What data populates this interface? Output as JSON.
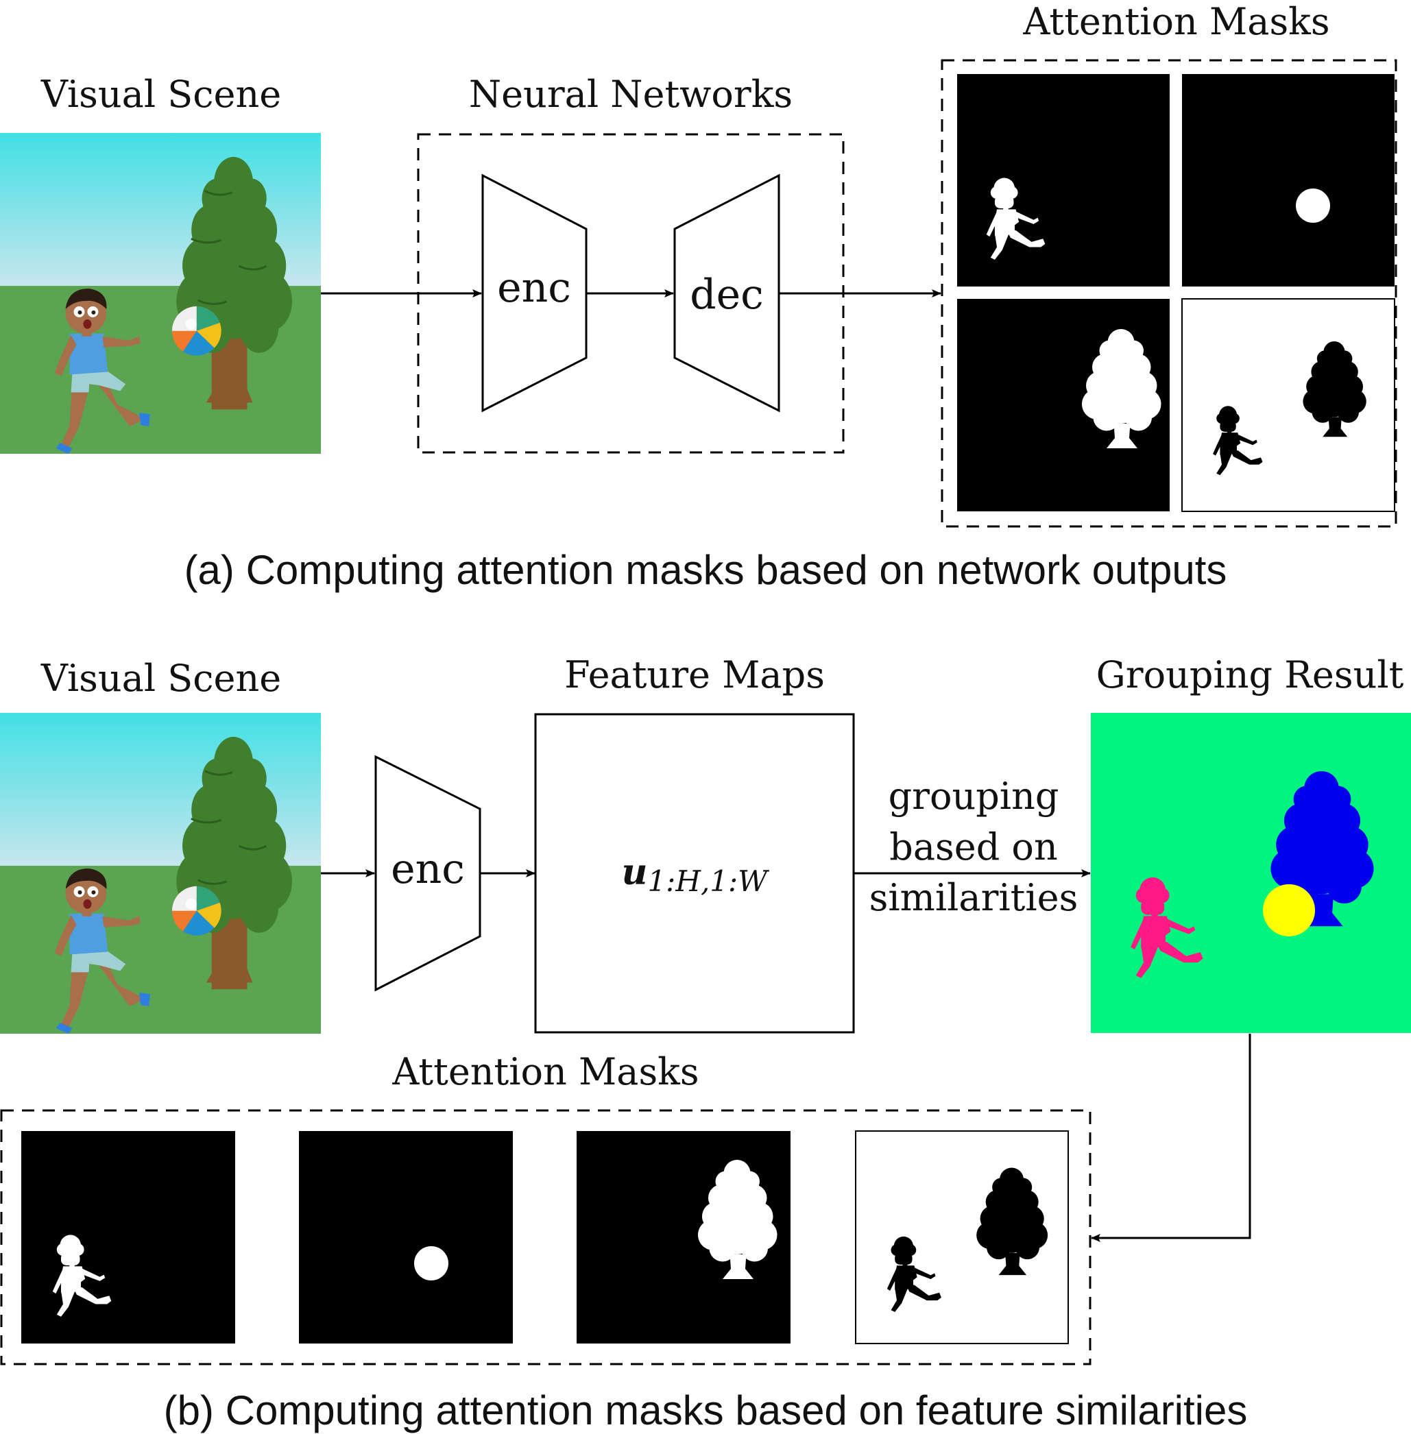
{
  "panel_a": {
    "visual_scene_label": "Visual Scene",
    "neural_networks_label": "Neural Networks",
    "encoder_label": "enc",
    "decoder_label": "dec",
    "attention_masks_label": "Attention Masks",
    "caption": "(a) Computing attention masks based on network outputs"
  },
  "panel_b": {
    "visual_scene_label": "Visual Scene",
    "encoder_label": "enc",
    "feature_maps_label": "Feature Maps",
    "feature_symbol_main": "u",
    "feature_symbol_sub": "1:H,1:W",
    "grouping_line1": "grouping",
    "grouping_line2": "based on",
    "grouping_line3": "similarities",
    "grouping_result_label": "Grouping Result",
    "attention_masks_label": "Attention Masks",
    "caption": "(b) Computing attention masks based on feature similarities"
  },
  "colors": {
    "sky": "#41e0e4",
    "grass": "#5aa452",
    "tree_green": "#3f7f2e",
    "trunk": "#8a5a2b",
    "shirt": "#4f9fe0",
    "skin": "#a8704a",
    "group_background": "#00f57e",
    "group_person": "#ff1a86",
    "group_tree": "#0000ee",
    "group_ball": "#ffff00"
  }
}
